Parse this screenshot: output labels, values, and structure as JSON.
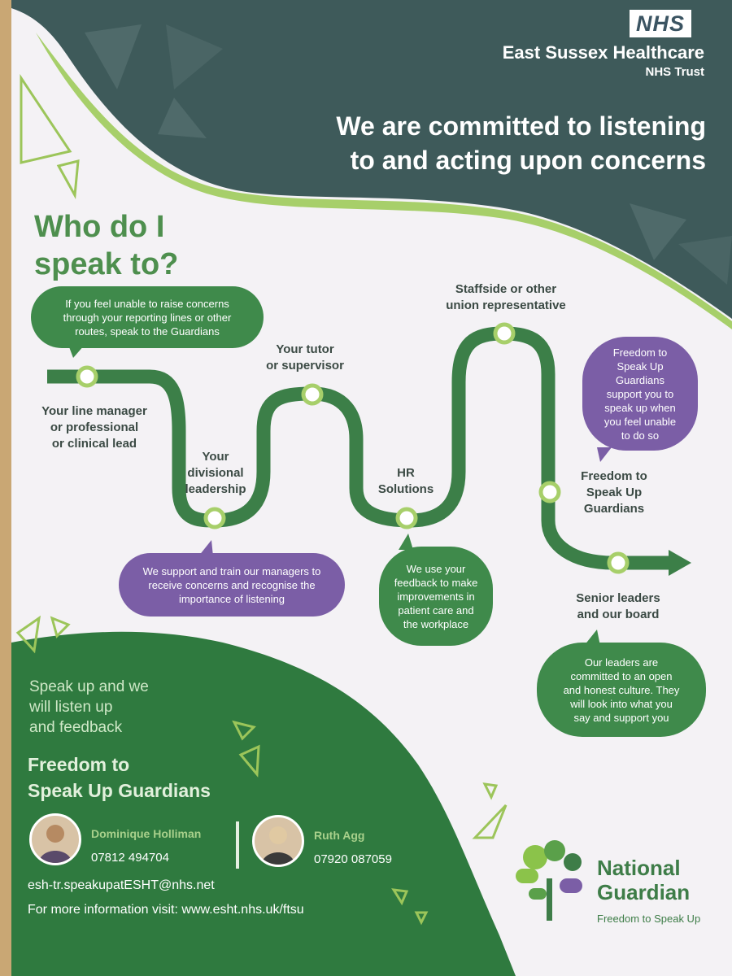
{
  "header": {
    "logo": "NHS",
    "trust_name": "East Sussex Healthcare",
    "trust_sub": "NHS Trust",
    "headline_line1": "We are committed to listening",
    "headline_line2": "to and acting upon concerns"
  },
  "title": {
    "line1": "Who do I",
    "line2": "speak to?"
  },
  "path_steps": [
    {
      "label_lines": [
        "Your line manager",
        "or professional",
        "or clinical lead"
      ]
    },
    {
      "label_lines": [
        "Your",
        "divisional",
        "leadership"
      ]
    },
    {
      "label_lines": [
        "Your tutor",
        "or supervisor"
      ]
    },
    {
      "label_lines": [
        "HR",
        "Solutions"
      ]
    },
    {
      "label_lines": [
        "Staffside or other",
        "union representative"
      ]
    },
    {
      "label_lines": [
        "Freedom to",
        "Speak Up",
        "Guardians"
      ]
    },
    {
      "label_lines": [
        "Senior leaders",
        "and our board"
      ]
    }
  ],
  "bubbles": {
    "b1": [
      "If you feel unable to raise concerns",
      "through your reporting lines or other",
      "routes, speak to the Guardians"
    ],
    "b2": [
      "We support and train our managers to",
      "receive concerns and recognise the",
      "importance of listening"
    ],
    "b3": [
      "We use your",
      "feedback to make",
      "improvements in",
      "patient care and",
      "the workplace"
    ],
    "b4": [
      "Freedom to",
      "Speak Up",
      "Guardians",
      "support you to",
      "speak up when",
      "you feel unable",
      "to do so"
    ],
    "b5": [
      "Our leaders are",
      "committed to an open",
      "and honest culture. They",
      "will look into what you",
      "say and support you"
    ]
  },
  "footer": {
    "tagline": [
      "Speak up and we",
      "will listen up",
      "and feedback"
    ],
    "guardians_title": [
      "Freedom to",
      "Speak Up Guardians"
    ],
    "guardians": [
      {
        "name": "Dominique Holliman",
        "phone": "07812 494704"
      },
      {
        "name": "Ruth Agg",
        "phone": "07920 087059"
      }
    ],
    "email": "esh-tr.speakupatESHT@nhs.net",
    "more_info": "For more information visit: www.esht.nhs.uk/ftsu"
  },
  "national_guardian": {
    "line1": "National",
    "line2": "Guardian",
    "sub": "Freedom to Speak Up"
  },
  "colors": {
    "dark_slate": "#3e5a5a",
    "green": "#3f8a4b",
    "purple": "#7b5ea6",
    "light_green": "#9cc55a"
  }
}
